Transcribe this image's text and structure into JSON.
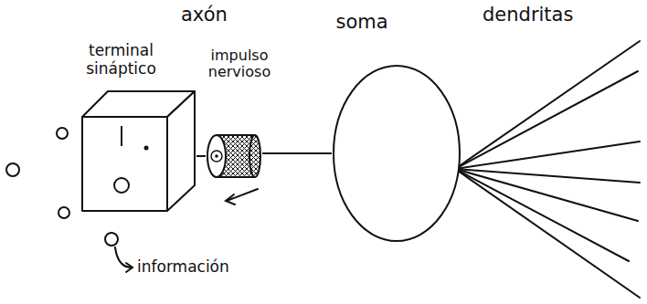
{
  "diagram": {
    "nodes": [
      {
        "text": [
          "terminal sináptico"
        ]
      },
      {
        "text": [
          "impulso nervioso"
        ]
      },
      {
        "text": [
          "soma"
        ]
      }
    ],
    "edges": [
      {
        "from": 2,
        "to": 1,
        "arrow": "none"
      },
      {
        "from": 1,
        "to": 0,
        "arrow": "none"
      }
    ],
    "labels": [
      "axón",
      "dendritas",
      "información"
    ]
  }
}
